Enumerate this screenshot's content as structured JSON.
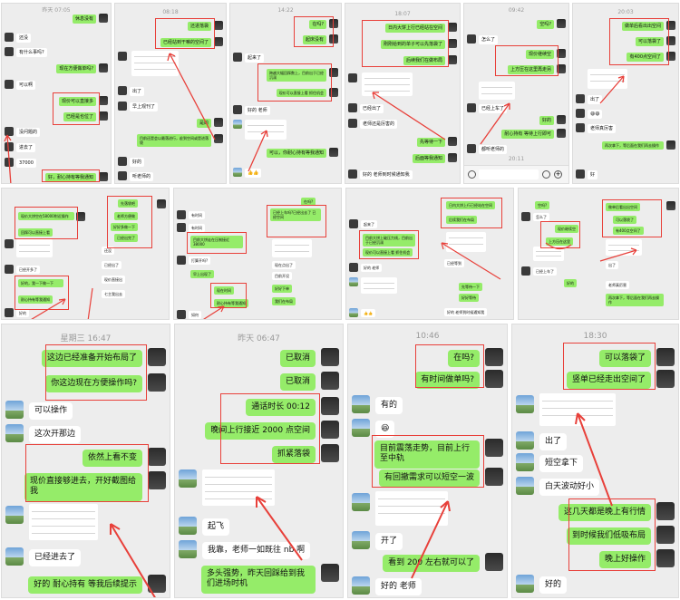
{
  "s1": {
    "time": "昨天 07:05",
    "m1": "休息没有",
    "m2": "还没",
    "m3": "有什么事吗?",
    "m4": "现在方便做单吗?",
    "m5": "可以啊",
    "m6": "现价可以直接多",
    "m7": "已经是也位了",
    "m8": "没问题的",
    "m9": "进去了",
    "m10": "37000",
    "m11": "好，耐心持有等我通知"
  },
  "s2": {
    "time": "08:18",
    "m1": "还进落袋",
    "m2": "已经站到干嘛的空间了",
    "m3": "出了",
    "m4": "早上观刊了",
    "m5": "是的",
    "m6": "目前还是会以最落进行，趁到空间或是进落袋",
    "m7": "好的",
    "m8": "听老师的"
  },
  "s3": {
    "time": "14:22",
    "m1": "在吗?",
    "m2": "起床没有",
    "m3": "起来了",
    "m4": "跨越大幅回踩数上，目前出于已经沉溺",
    "m5": "现价可以直接上看 抓住机会",
    "m6": "好的 老师",
    "m7": "可以，你耐心持有等我通知",
    "m8": "👍👍"
  },
  "s4": {
    "time": "18:07",
    "m1": "日内大饼上行已经站在空间",
    "m2": "刚刚给到的单子可以先落袋了",
    "m3": "后续我们在做布局",
    "m4": "已经出了",
    "m5": "老师还是厉害的",
    "m6": "先等待一下",
    "m7": "后面等我通知",
    "m8": "好的 老师到时候通知我"
  },
  "s5": {
    "time": "09:42",
    "m1": "空吗?",
    "m2": "怎么了",
    "m3": "现价继续空",
    "m4": "上方压在这里再走另",
    "m5": "已经上车了",
    "m6": "好的",
    "m7": "耐心持有 等待上行即可",
    "m8": "都听老师的",
    "m9": "20:11"
  },
  "s6": {
    "time": "20:03",
    "m1": "做单后看出出空间",
    "m2": "可以落袋了",
    "m3": "有400点空间了",
    "m4": "出了",
    "m5": "😄😄",
    "m6": "老师真厉害",
    "m7": "再次拿下，等后面在我们再去操作",
    "m8": "好"
  },
  "s7": {
    "m1": "现价大饼空在58000附近操作",
    "m2": "回踩可以直接上看",
    "m3": "已经开多了",
    "m4": "还没",
    "m5": "现价直接出",
    "m6": "好的，我一下做一下",
    "m7": "耐心持有等我通知",
    "m8": "好的",
    "r1": "先落袋吧",
    "r2": "老师方便做",
    "r3": "好好多做一下",
    "r4": "已经出完了",
    "r5": "已经出了",
    "r6": "七主我出去"
  },
  "s8": {
    "m1": "有时间",
    "m2": "有时间",
    "m3": "目前大饼走在压制接近38000",
    "m4": "打算开吗?",
    "m5": "早上出现了",
    "m6": "现在时间",
    "m7": "耐心持有等我通知",
    "m8": "如何",
    "r1": "在吗?",
    "r2": "已经上车吗?已经出去了 已经空间",
    "r3": "现在点出了",
    "r4": "目前开设",
    "r5": "好好下单",
    "r6": "我们在布局"
  },
  "s9": {
    "m1": "起来了",
    "m2": "目前大饼上破压力线，目前出于已经沉溺",
    "m3": "现价可以直接上看 抓住机会",
    "m4": "好的 老师",
    "m5": "👍👍",
    "r1": "日内大饼上行已经站在空间",
    "r2": "后续我们在布局",
    "r3": "先等待一下",
    "r4": "已经等到",
    "r5": "好好等待",
    "r6": "好的 老师到时候通知我"
  },
  "s10": {
    "m1": "空吗?",
    "m2": "怎么了",
    "m3": "现价继续空",
    "m4": "上方压在这里",
    "m5": "已经上车了",
    "m6": "好的",
    "r1": "做单后看出出空间",
    "r2": "可以落袋了",
    "r3": "有400点空间了",
    "r4": "出了",
    "r5": "老师真厉害",
    "r6": "再次拿下，等后面在我们再去操作"
  },
  "b1": {
    "time": "星期三 16:47",
    "m1": "这边已经准备开始布局了",
    "m2": "你这边现在方便操作吗?",
    "m3": "可以操作",
    "m4": "这次开那边",
    "m5": "依然上看不变",
    "m6": "现价直接够进去，开好截图给我",
    "m7": "已经进去了",
    "m8": "好的 耐心持有 等我后续提示"
  },
  "b2": {
    "time": "昨天 06:47",
    "m1": "已取消",
    "m2": "已取消",
    "m3": "通话时长 00:12",
    "m4": "晚间上行接近 2000 点空间",
    "m5": "抓紧落袋",
    "m6": "起飞",
    "m7": "我靠，老师一如既往 nb 啊",
    "m8": "多头强势，昨天回踩给到我们进场时机"
  },
  "b3": {
    "time": "10:46",
    "m1": "在吗?",
    "m2": "有时间做单吗?",
    "m3": "有的",
    "m4": "😆",
    "m5": "目前震荡走势，目前上行至中轨",
    "m6": "有回撤需求可以短空一波",
    "m7": "开了",
    "m8": "看到 200 左右就可以了",
    "m9": "好的 老师"
  },
  "b4": {
    "time": "18:30",
    "m1": "可以落袋了",
    "m2": "竖单已经走出空间了",
    "m3": "出了",
    "m4": "短空拿下",
    "m5": "白天波动好小",
    "m6": "这几天都是晚上有行情",
    "m7": "到时候我们低吸布局",
    "m8": "晚上好操作",
    "m9": "好的"
  }
}
